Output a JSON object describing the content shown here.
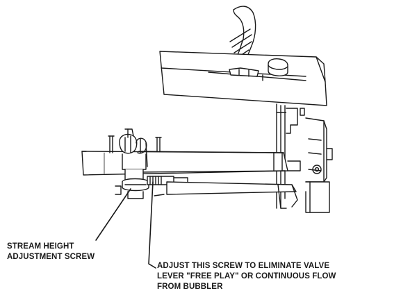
{
  "callouts": {
    "stream_height": {
      "line1": "STREAM HEIGHT",
      "line2": "ADJUSTMENT SCREW"
    },
    "valve_adjust": {
      "line1": "ADJUST THIS SCREW TO ELIMINATE VALVE",
      "line2": "LEVER \"FREE PLAY\" OR CONTINUOUS FLOW",
      "line3": "FROM BUBBLER"
    }
  },
  "colors": {
    "ink": "#1a1a1a",
    "paper": "#ffffff"
  }
}
